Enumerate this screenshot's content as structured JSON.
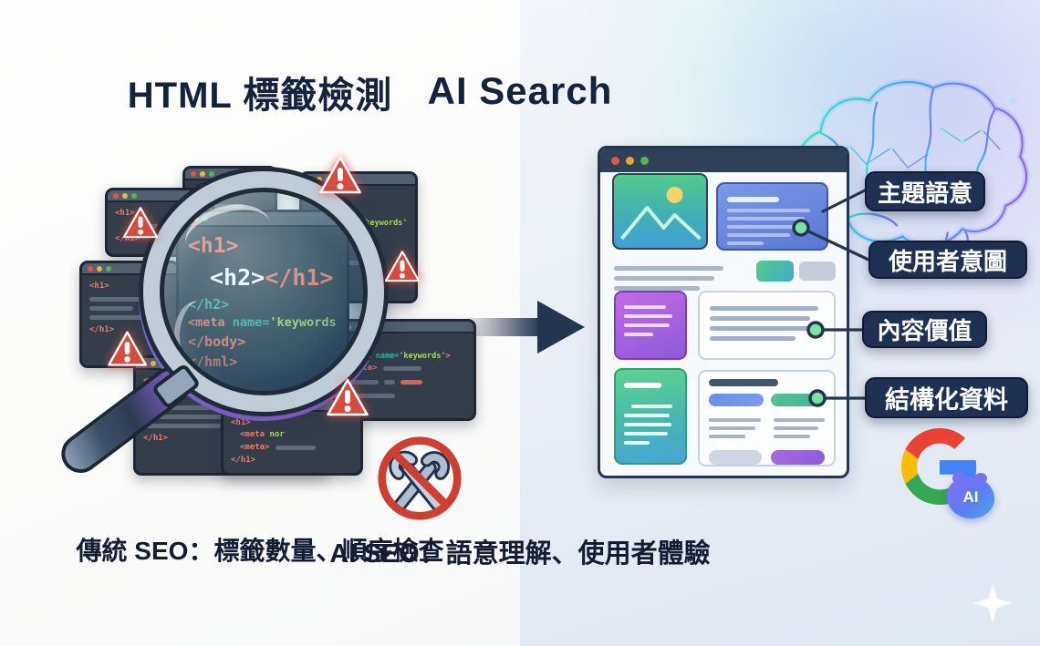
{
  "left": {
    "title": "HTML 標籤檢測",
    "caption": "傳統 SEO：標籤數量、順序檢查"
  },
  "right": {
    "title": "AI Search",
    "caption": "AI SEO：語意理解、使用者體驗",
    "badges": [
      "主題語意",
      "使用者意圖",
      "內容價值",
      "結構化資料"
    ],
    "google_ai_label": "AI"
  },
  "code": {
    "h1_open": "<h1>",
    "h1_close": "</h1>",
    "h2_open": "<h2>",
    "h2_close": "</h2>",
    "h2_frag": "h2>",
    "meta_open": "<meta ",
    "meta_tag": "<meta>",
    "nor_frag": "nor",
    "name_attr": "name=",
    "keywords_val": "'keywords'",
    "gt": ">",
    "body_close": "</body>",
    "hml_close": "</hml>"
  },
  "colors": {
    "badge_navy": "#1f3152",
    "warning_red": "#d84a3e",
    "code_salmon": "#ee7b6e",
    "code_teal": "#3db5a5",
    "code_green": "#a9d76c",
    "connector_green_dot": "#7ce3a2",
    "arrow_navy": "#24364f"
  }
}
